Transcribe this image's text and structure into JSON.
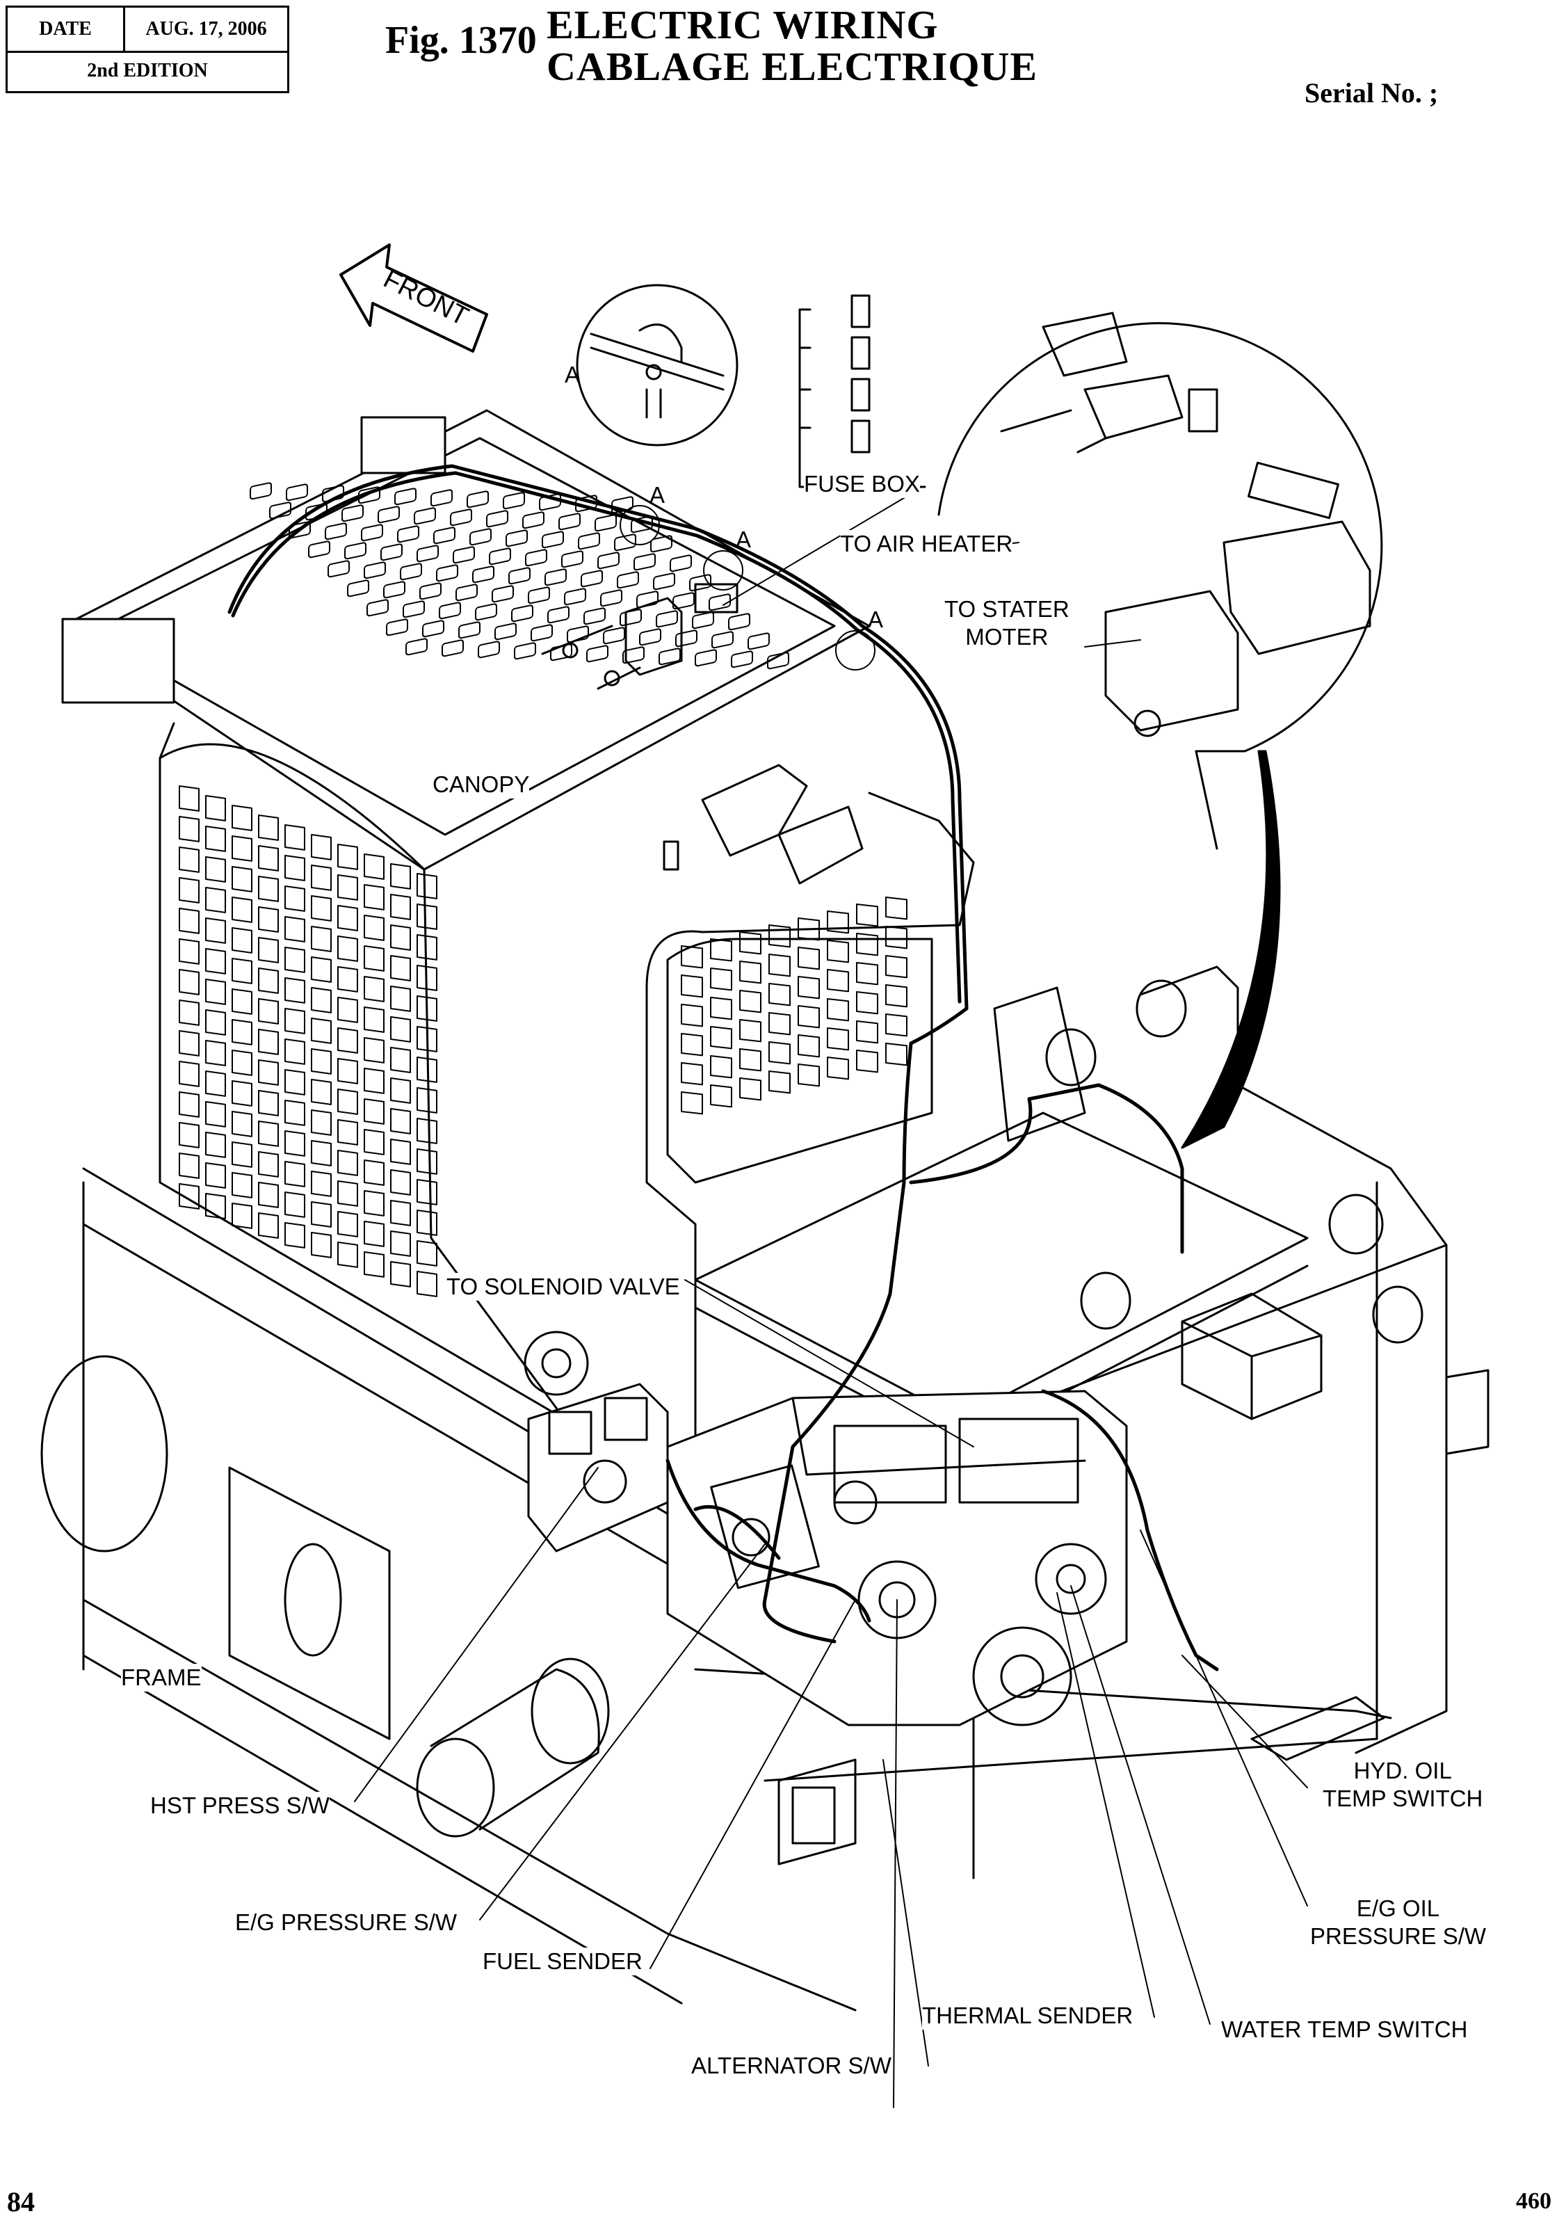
{
  "header": {
    "date_label": "DATE",
    "date_value": "AUG. 17, 2006",
    "edition": "2nd EDITION",
    "fig_number": "Fig. 1370",
    "title_en": "ELECTRIC WIRING",
    "title_fr": "CABLAGE ELECTRIQUE",
    "serial": "Serial No. ;"
  },
  "diagram": {
    "front_arrow": "FRONT",
    "callout_letter": "A",
    "labels": {
      "fuse_box": "FUSE BOX",
      "air_heater": "TO AIR HEATER",
      "stater_1": "TO STATER",
      "stater_2": "MOTER",
      "canopy": "CANOPY",
      "solenoid": "TO SOLENOID VALVE",
      "frame": "FRAME",
      "hst_press": "HST PRESS S/W",
      "eg_pressure": "E/G PRESSURE S/W",
      "fuel_sender": "FUEL SENDER",
      "thermal_sender": "THERMAL SENDER",
      "alternator": "ALTERNATOR S/W",
      "water_temp": "WATER TEMP SWITCH",
      "hyd_oil_1": "HYD. OIL",
      "hyd_oil_2": "TEMP SWITCH",
      "eg_oil_1": "E/G OIL",
      "eg_oil_2": "PRESSURE S/W"
    }
  },
  "footer": {
    "page_left": "84",
    "page_right": "460"
  }
}
